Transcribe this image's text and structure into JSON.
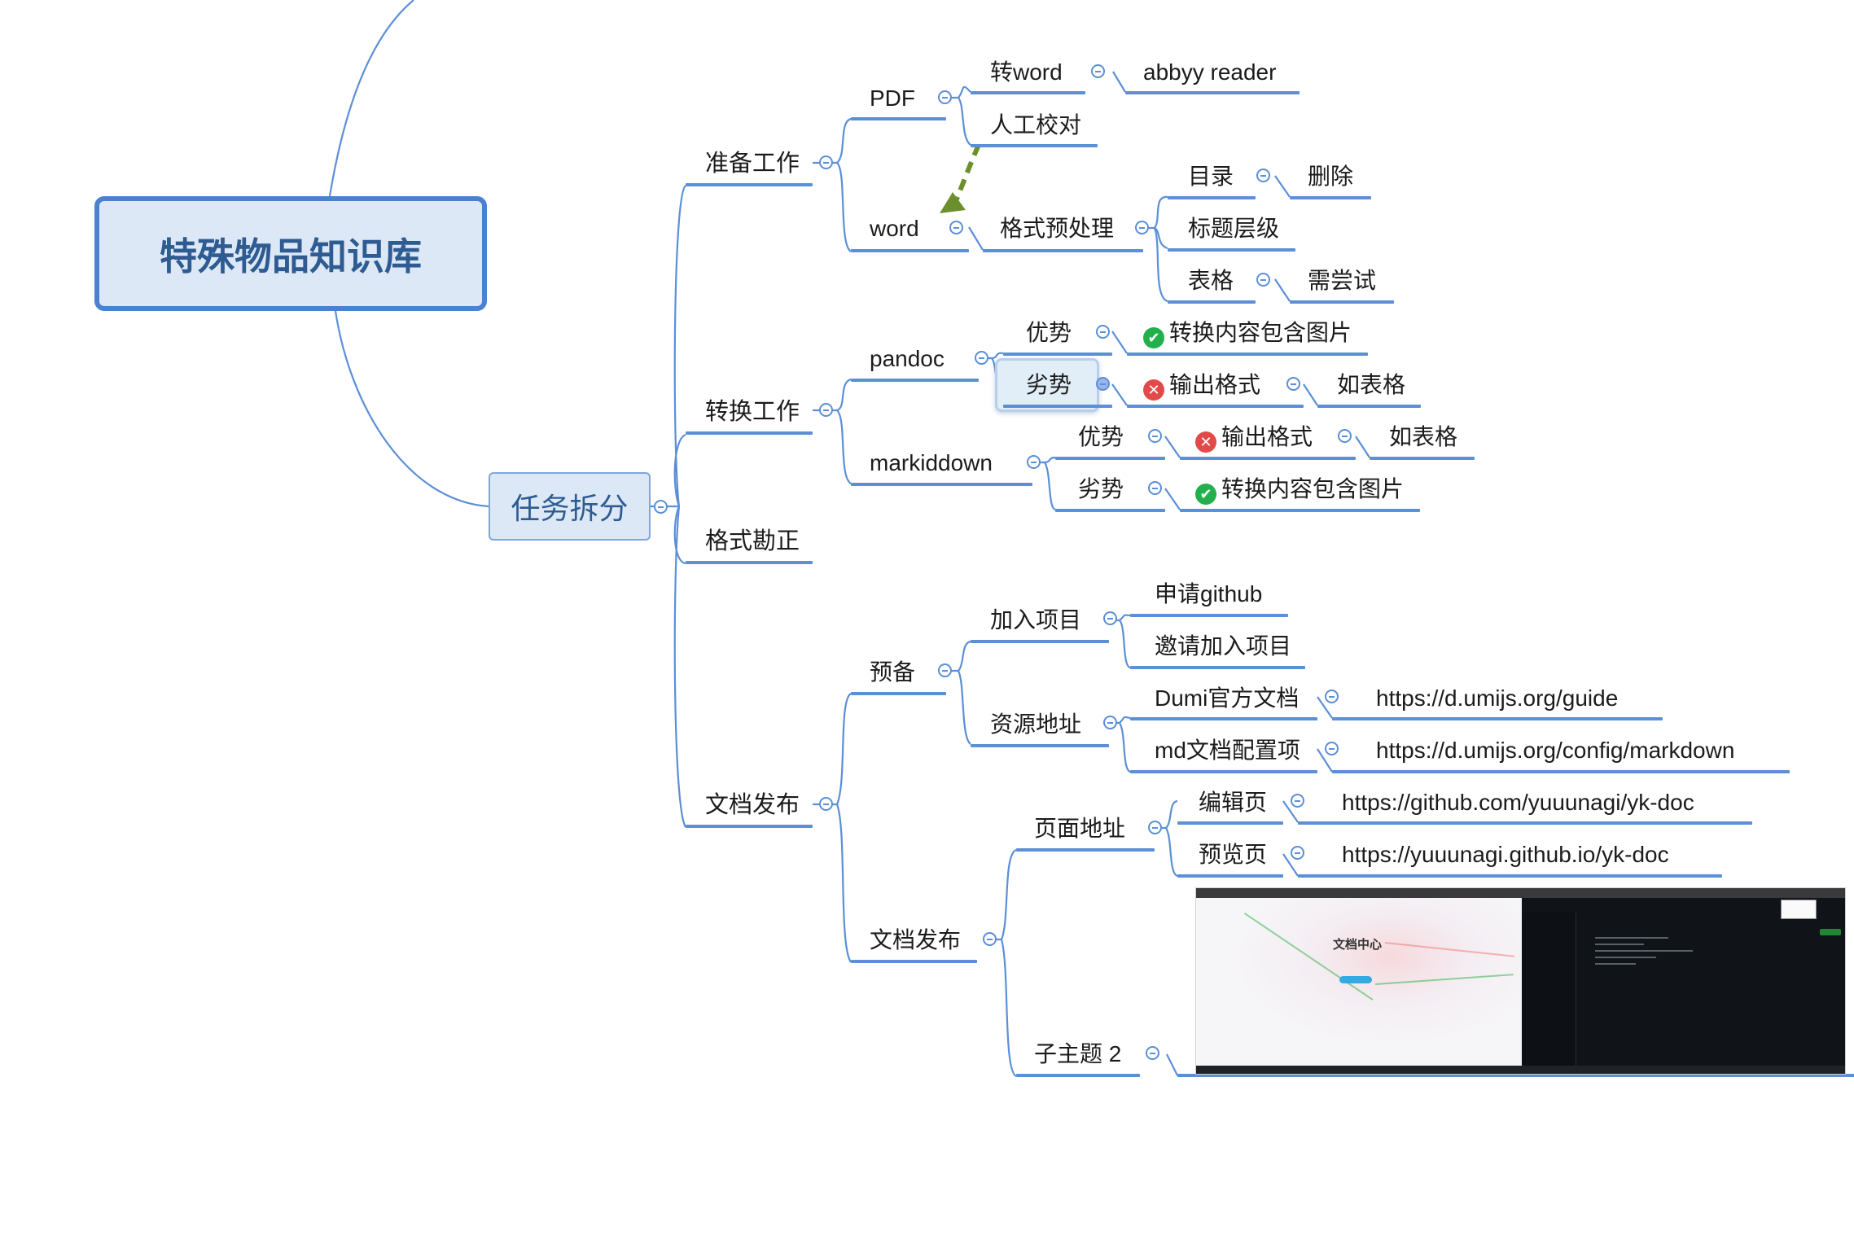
{
  "root": {
    "title": "特殊物品知识库"
  },
  "main_topic": {
    "label": "任务拆分"
  },
  "branches": {
    "prep": {
      "label": "准备工作",
      "pdf": {
        "label": "PDF",
        "to_word": "转word",
        "abbyy": "abbyy reader",
        "manual_check": "人工校对"
      },
      "word": {
        "label": "word",
        "format_pre": "格式预处理",
        "toc": "目录",
        "delete": "删除",
        "heading_levels": "标题层级",
        "table": "表格",
        "need_try": "需尝试"
      }
    },
    "convert": {
      "label": "转换工作",
      "pandoc": {
        "label": "pandoc",
        "pros": "优势",
        "pros_item": "转换内容包含图片",
        "cons": "劣势",
        "cons_item": "输出格式",
        "cons_example": "如表格"
      },
      "markiddown": {
        "label": "markiddown",
        "pros": "优势",
        "pros_item": "输出格式",
        "pros_example": "如表格",
        "cons": "劣势",
        "cons_item": "转换内容包含图片"
      }
    },
    "format_fix": {
      "label": "格式勘正"
    },
    "publish": {
      "label": "文档发布",
      "prepare": {
        "label": "预备",
        "join": {
          "label": "加入项目",
          "apply": "申请github",
          "invite": "邀请加入项目"
        },
        "resources": {
          "label": "资源地址",
          "dumi_docs": "Dumi官方文档",
          "dumi_url": "https://d.umijs.org/guide",
          "md_config": "md文档配置项",
          "md_url": "https://d.umijs.org/config/markdown"
        }
      },
      "release": {
        "label": "文档发布",
        "pages": {
          "label": "页面地址",
          "edit": "编辑页",
          "edit_url": "https://github.com/yuuunagi/yk-doc",
          "preview": "预览页",
          "preview_url": "https://yuuunagi.github.io/yk-doc"
        },
        "subtopic2": {
          "label": "子主题 2"
        }
      }
    }
  },
  "screenshot": {
    "doc_center": "文档中心"
  },
  "colors": {
    "line": "#5b8fd6",
    "root_fill": "#dde8f6",
    "root_text": "#2e5b92",
    "relationship_arrow": "#6a8f2c",
    "ok": "#21b04b",
    "bad": "#e24a4a"
  }
}
